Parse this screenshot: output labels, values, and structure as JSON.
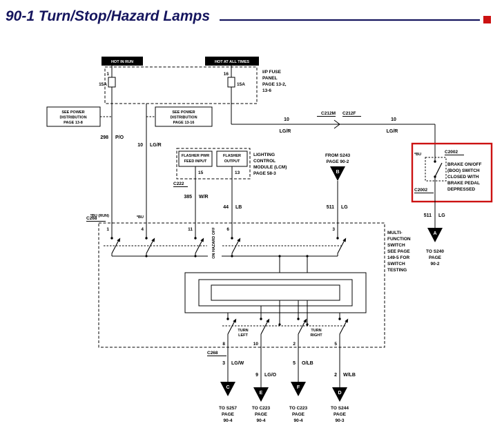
{
  "header": {
    "title": "90-1 Turn/Stop/Hazard Lamps"
  },
  "banners": {
    "hot_in_run": "HOT IN RUN",
    "hot_at_all_times": "HOT AT ALL TIMES"
  },
  "fuse_panel": {
    "label": [
      "I/P FUSE",
      "PANEL",
      "PAGE 13-2,",
      "13-6"
    ],
    "fuse_left": {
      "pin": "1",
      "rating": "15A"
    },
    "fuse_right": {
      "pin": "16",
      "rating": "15A"
    }
  },
  "power_dist_left": [
    "SEE POWER",
    "DISTRIBUTION",
    "PAGE 13-8"
  ],
  "power_dist_right": [
    "SEE POWER",
    "DISTRIBUTION",
    "PAGE 13-16"
  ],
  "wires": {
    "w298": {
      "num": "298",
      "color": "P/O"
    },
    "w10": {
      "num": "10",
      "color": "LG/R"
    },
    "w385": {
      "num": "385",
      "color": "W/R"
    },
    "w44": {
      "num": "44",
      "color": "LB"
    },
    "w511": {
      "num": "511",
      "color": "LG"
    },
    "w3": {
      "num": "3",
      "color": "LG/W"
    },
    "w9": {
      "num": "9",
      "color": "LG/O"
    },
    "w5": {
      "num": "5",
      "color": "O/LB"
    },
    "w2": {
      "num": "2",
      "color": "W/LB"
    }
  },
  "connectors": {
    "c212m": "C212M",
    "c212f": "C212F",
    "c222": "C222",
    "c268": "C268",
    "c2002": "C2002"
  },
  "lcm": {
    "box1": [
      "FLASHER PWR",
      "FEED INPUT"
    ],
    "box1_pin": "15",
    "box2": [
      "FLASHER",
      "OUTPUT"
    ],
    "box2_pin": "13",
    "label": [
      "LIGHTING",
      "CONTROL",
      "MODULE (LCM)",
      "PAGE 58-3"
    ]
  },
  "boo": {
    "hot_code": "*BU",
    "label": [
      "BRAKE ON/OFF",
      "(BOO) SWITCH",
      "CLOSED WITH",
      "BRAKE PEDAL",
      "DEPRESSED"
    ]
  },
  "s243": {
    "letter": "B",
    "lines": [
      "FROM S243",
      "PAGE 90-2"
    ]
  },
  "s240": {
    "letter": "A",
    "lines": [
      "TO S240",
      "PAGE",
      "90-2"
    ]
  },
  "mfs": {
    "hot_run_code": "*BU (RUN)",
    "hot_code": "*BU",
    "label": [
      "MULTI-",
      "FUNCTION",
      "SWITCH",
      "SEE PAGE",
      "149-5 FOR",
      "SWITCH",
      "TESTING"
    ],
    "hazard_text": "ON HAZARD OFF",
    "turn_left": [
      "TURN",
      "LEFT"
    ],
    "turn_right": [
      "TURN",
      "RIGHT"
    ],
    "pins_top": [
      "1",
      "4",
      "11",
      "6",
      "3"
    ],
    "pins_bottom": [
      "8",
      "10",
      "2",
      "5"
    ]
  },
  "destinations": {
    "c": {
      "letter": "C",
      "lines": [
        "TO S257",
        "PAGE",
        "90-4"
      ]
    },
    "e": {
      "letter": "E",
      "lines": [
        "TO C223",
        "PAGE",
        "90-4"
      ]
    },
    "f": {
      "letter": "F",
      "lines": [
        "TO C223",
        "PAGE",
        "90-4"
      ]
    },
    "d": {
      "letter": "D",
      "lines": [
        "TO S244",
        "PAGE",
        "90-3"
      ]
    }
  },
  "colors": {
    "title": "#15155e",
    "accent_red": "#cc1111",
    "line": "#000000"
  }
}
